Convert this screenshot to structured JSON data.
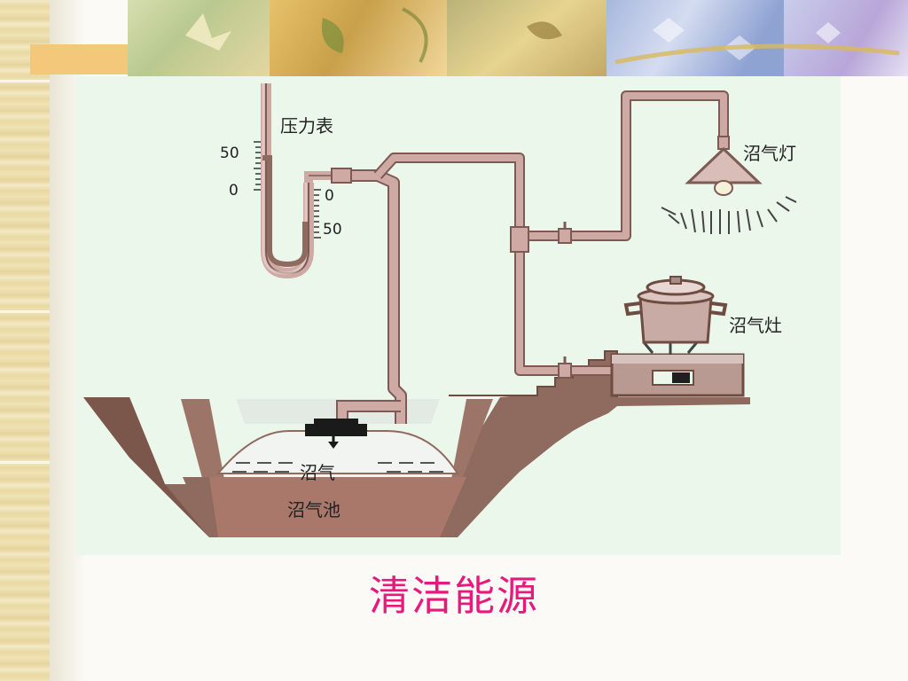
{
  "diagram": {
    "labels": {
      "pressure_gauge": "压力表",
      "biogas_lamp": "沼气灯",
      "biogas_stove": "沼气灶",
      "biogas": "沼气",
      "biogas_pit": "沼气池"
    },
    "gauge_scale": {
      "left_50": "50",
      "left_0": "0",
      "right_0": "0",
      "right_50": "50"
    }
  },
  "caption": "清洁能源",
  "colors": {
    "caption": "#e8197c",
    "pipe": "#cfa9a3",
    "earth": "#8f6a5e",
    "slurry": "#a9786a",
    "background": "#ecf7ec"
  }
}
